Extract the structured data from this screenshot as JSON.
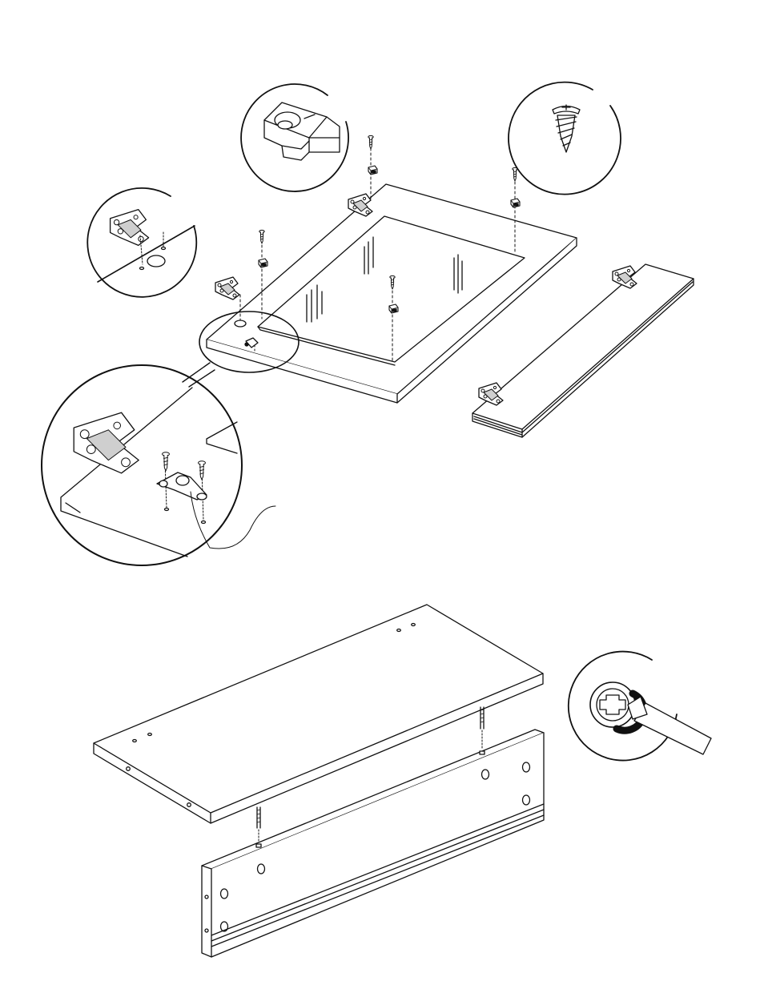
{
  "diagram": {
    "steps": [
      {
        "parts": [
          "glass-door-panel",
          "door-frame-strip",
          "concealed-hinge",
          "glass-retainer-clip",
          "screw"
        ],
        "detail_callouts": [
          "hinge-detail",
          "glass-clip-detail",
          "screw-detail",
          "hinge-and-clip-closeup"
        ]
      },
      {
        "parts": [
          "top-panel",
          "front-rail-panel",
          "dowel-pins"
        ],
        "detail_callouts": [
          "cam-lock-screwdriver-detail"
        ]
      }
    ]
  },
  "style": {
    "line_color": "#111111",
    "panel_fill": "#ffffff",
    "metal_fill": "#d8d8d8"
  }
}
